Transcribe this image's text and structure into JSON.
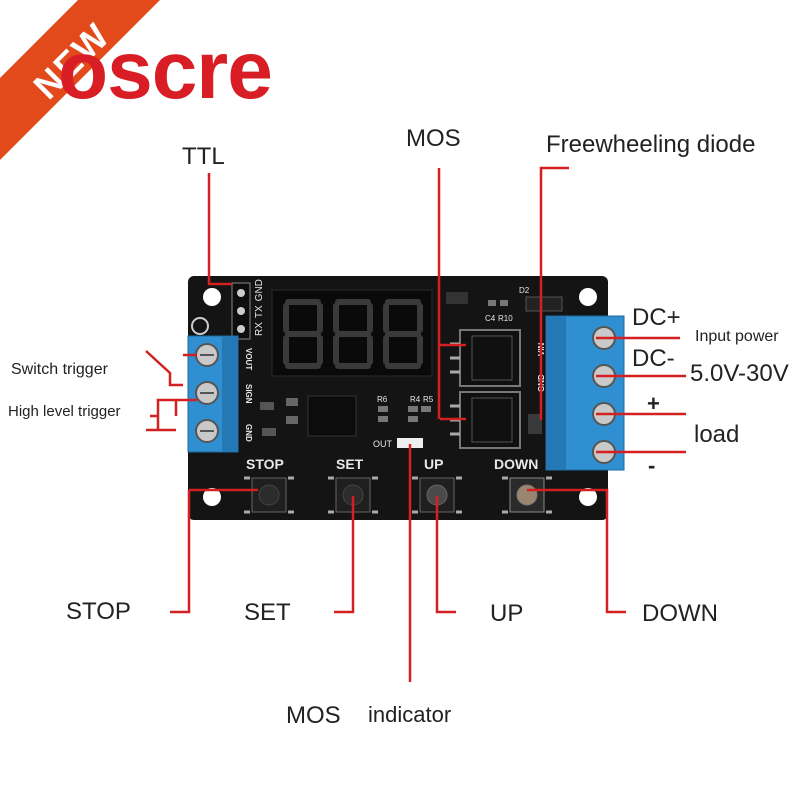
{
  "badge": {
    "text": "NEW"
  },
  "brand": {
    "name": "oscre"
  },
  "board": {
    "connector_pins": [
      "RX",
      "TX",
      "GND"
    ],
    "left_terminal_pins": [
      "VOUT",
      "SIGN",
      "GND"
    ],
    "right_terminal_pins": [
      "GND",
      "VIN"
    ],
    "button_labels": [
      "STOP",
      "SET",
      "UP",
      "DOWN"
    ],
    "out_label": "OUT",
    "components": [
      "D2",
      "C4",
      "R10",
      "R6",
      "R4",
      "R5"
    ]
  },
  "callouts": {
    "ttl": "TTL",
    "mos_top": "MOS",
    "freewheeling_diode": "Freewheeling diode",
    "switch_trigger": "Switch trigger",
    "high_level_trigger": "High level trigger",
    "dc_plus": "DC+",
    "input_power": "Input power",
    "dc_minus": "DC-",
    "voltage_range": "5.0V-30V",
    "load_plus": "+",
    "load": "load",
    "load_minus": "-",
    "stop": "STOP",
    "set": "SET",
    "up": "UP",
    "down": "DOWN",
    "mos_indicator_a": "MOS",
    "mos_indicator_b": "indicator"
  },
  "colors": {
    "callout_line": "#d42020",
    "board": "#141414",
    "terminal": "#2f8fd0",
    "brand": "#d81d24",
    "badge": "#e24a1c"
  }
}
